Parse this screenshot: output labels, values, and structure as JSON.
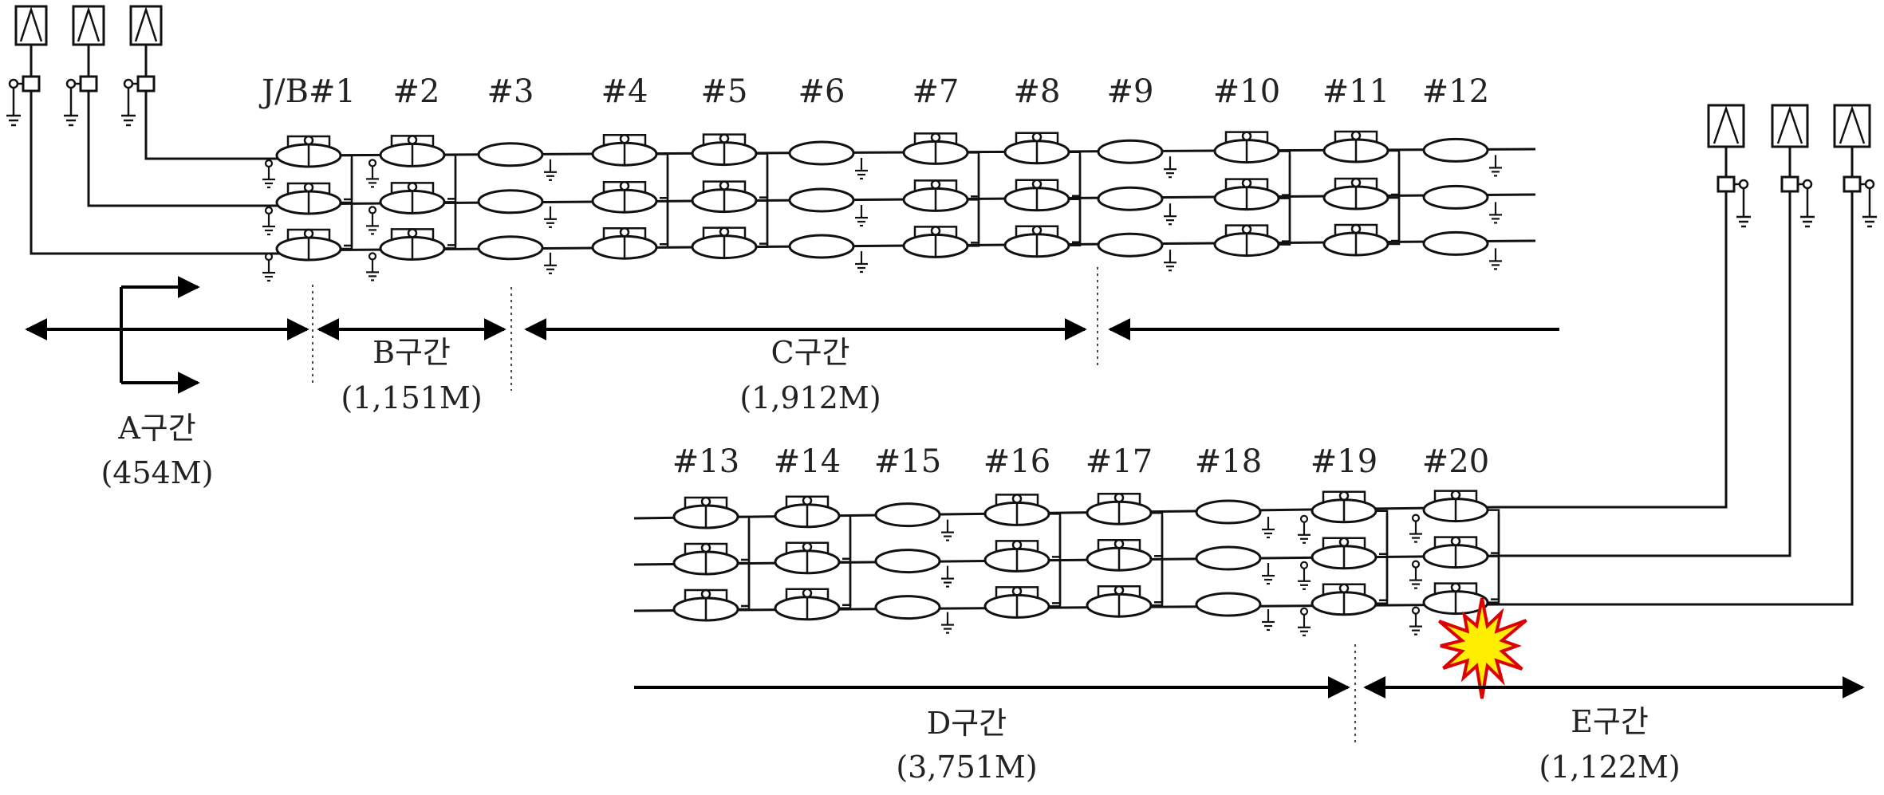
{
  "row1_joints": [
    "J/B#1",
    "#2",
    "#3",
    "#4",
    "#5",
    "#6",
    "#7",
    "#8",
    "#9",
    "#10",
    "#11",
    "#12"
  ],
  "row2_joints": [
    "#13",
    "#14",
    "#15",
    "#16",
    "#17",
    "#18",
    "#19",
    "#20"
  ],
  "sections": {
    "a": {
      "name": "A구간",
      "length": "(454M)"
    },
    "b": {
      "name": "B구간",
      "length": "(1,151M)"
    },
    "c": {
      "name": "C구간",
      "length": "(1,912M)"
    },
    "d": {
      "name": "D구간",
      "length": "(3,751M)"
    },
    "e": {
      "name": "E구간",
      "length": "(1,122M)"
    }
  },
  "joint_types": {
    "row1": [
      "cross-bond",
      "cross-bond",
      "normal",
      "cross-bond",
      "cross-bond",
      "normal",
      "cross-bond",
      "cross-bond",
      "normal",
      "cross-bond",
      "cross-bond",
      "normal"
    ],
    "row2": [
      "cross-bond",
      "cross-bond",
      "normal",
      "cross-bond",
      "cross-bond",
      "normal",
      "cross-bond",
      "cross-bond"
    ]
  },
  "fault": {
    "joint": "#20",
    "marker": "starburst",
    "fill": "#ffee00",
    "stroke": "#dd0000"
  },
  "colors": {
    "line": "#111111",
    "fault_fill": "#ffee00",
    "fault_stroke": "#dd0000"
  }
}
